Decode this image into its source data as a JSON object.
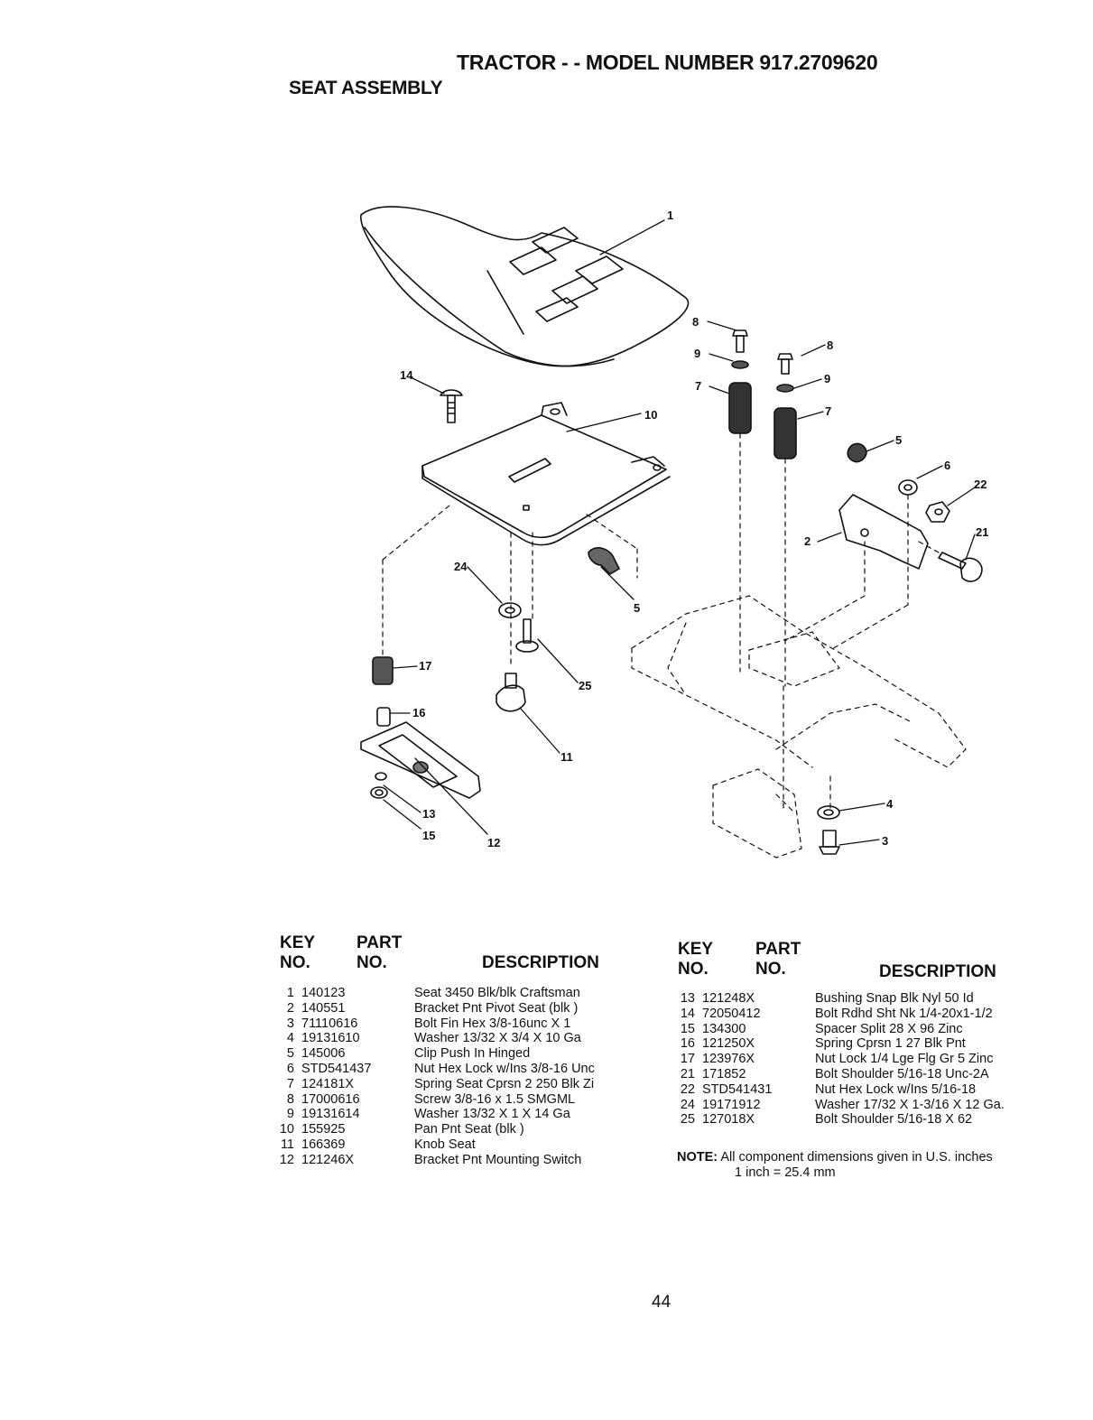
{
  "header": {
    "title": "TRACTOR - - MODEL NUMBER 917.2709620",
    "subtitle": "SEAT ASSEMBLY"
  },
  "diagram": {
    "callouts": [
      "1",
      "2",
      "3",
      "4",
      "5",
      "5",
      "6",
      "7",
      "7",
      "8",
      "8",
      "9",
      "9",
      "10",
      "11",
      "12",
      "13",
      "14",
      "15",
      "16",
      "17",
      "21",
      "22",
      "24",
      "25"
    ]
  },
  "table_header": {
    "key": "KEY",
    "no": "NO.",
    "part": "PART",
    "part_no": "NO.",
    "description": "DESCRIPTION"
  },
  "parts_left": [
    {
      "key": "1",
      "part": "140123",
      "desc": "Seat 3450 Blk/blk Craftsman"
    },
    {
      "key": "2",
      "part": "140551",
      "desc": "Bracket Pnt Pivot Seat (blk )"
    },
    {
      "key": "3",
      "part": "71110616",
      "desc": "Bolt Fin Hex 3/8-16unc X 1"
    },
    {
      "key": "4",
      "part": "19131610",
      "desc": "Washer 13/32 X 3/4 X 10 Ga"
    },
    {
      "key": "5",
      "part": "145006",
      "desc": "Clip Push In Hinged"
    },
    {
      "key": "6",
      "part": "STD541437",
      "desc": "Nut Hex Lock w/Ins 3/8-16 Unc"
    },
    {
      "key": "7",
      "part": "124181X",
      "desc": "Spring Seat Cprsn 2 250 Blk Zi"
    },
    {
      "key": "8",
      "part": "17000616",
      "desc": "Screw 3/8-16 x 1.5 SMGML"
    },
    {
      "key": "9",
      "part": "19131614",
      "desc": "Washer 13/32 X 1 X 14 Ga"
    },
    {
      "key": "10",
      "part": "155925",
      "desc": "Pan Pnt Seat (blk )"
    },
    {
      "key": "11",
      "part": "166369",
      "desc": "Knob Seat"
    },
    {
      "key": "12",
      "part": "121246X",
      "desc": "Bracket Pnt Mounting Switch"
    }
  ],
  "parts_right": [
    {
      "key": "13",
      "part": "121248X",
      "desc": "Bushing Snap Blk Nyl 50 Id"
    },
    {
      "key": "14",
      "part": "72050412",
      "desc": "Bolt Rdhd Sht Nk 1/4-20x1-1/2"
    },
    {
      "key": "15",
      "part": "134300",
      "desc": "Spacer Split 28 X 96 Zinc"
    },
    {
      "key": "16",
      "part": "121250X",
      "desc": "Spring Cprsn 1 27 Blk Pnt"
    },
    {
      "key": "17",
      "part": "123976X",
      "desc": "Nut Lock 1/4 Lge Flg Gr 5 Zinc"
    },
    {
      "key": "21",
      "part": "171852",
      "desc": "Bolt Shoulder 5/16-18 Unc-2A"
    },
    {
      "key": "22",
      "part": "STD541431",
      "desc": "Nut Hex Lock w/Ins 5/16-18"
    },
    {
      "key": "24",
      "part": "19171912",
      "desc": "Washer 17/32 X 1-3/16 X 12 Ga."
    },
    {
      "key": "25",
      "part": "127018X",
      "desc": "Bolt Shoulder 5/16-18 X 62"
    }
  ],
  "note": {
    "label": "NOTE:",
    "text": "All component dimensions given in U.S. inches",
    "conversion": "1 inch = 25.4 mm"
  },
  "page_number": "44"
}
